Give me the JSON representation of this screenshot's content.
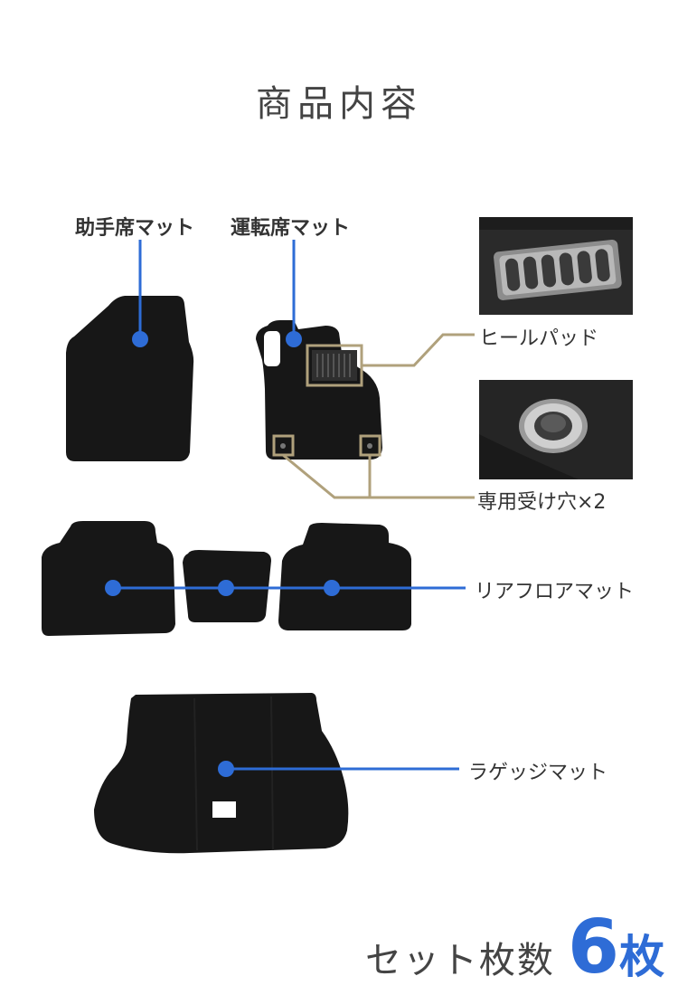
{
  "title": "商品内容",
  "labels": {
    "passenger_mat": "助手席マット",
    "driver_mat": "運転席マット",
    "heel_pad": "ヒールパッド",
    "hook_holes": "専用受け穴×2",
    "rear_floor_mat": "リアフロアマット",
    "luggage_mat": "ラゲッジマット"
  },
  "footer": {
    "label": "セット枚数",
    "count": "6",
    "unit": "枚"
  },
  "colors": {
    "accent_blue": "#2e6cd6",
    "callout_tan": "#b0a17c",
    "mat": "#161616"
  }
}
